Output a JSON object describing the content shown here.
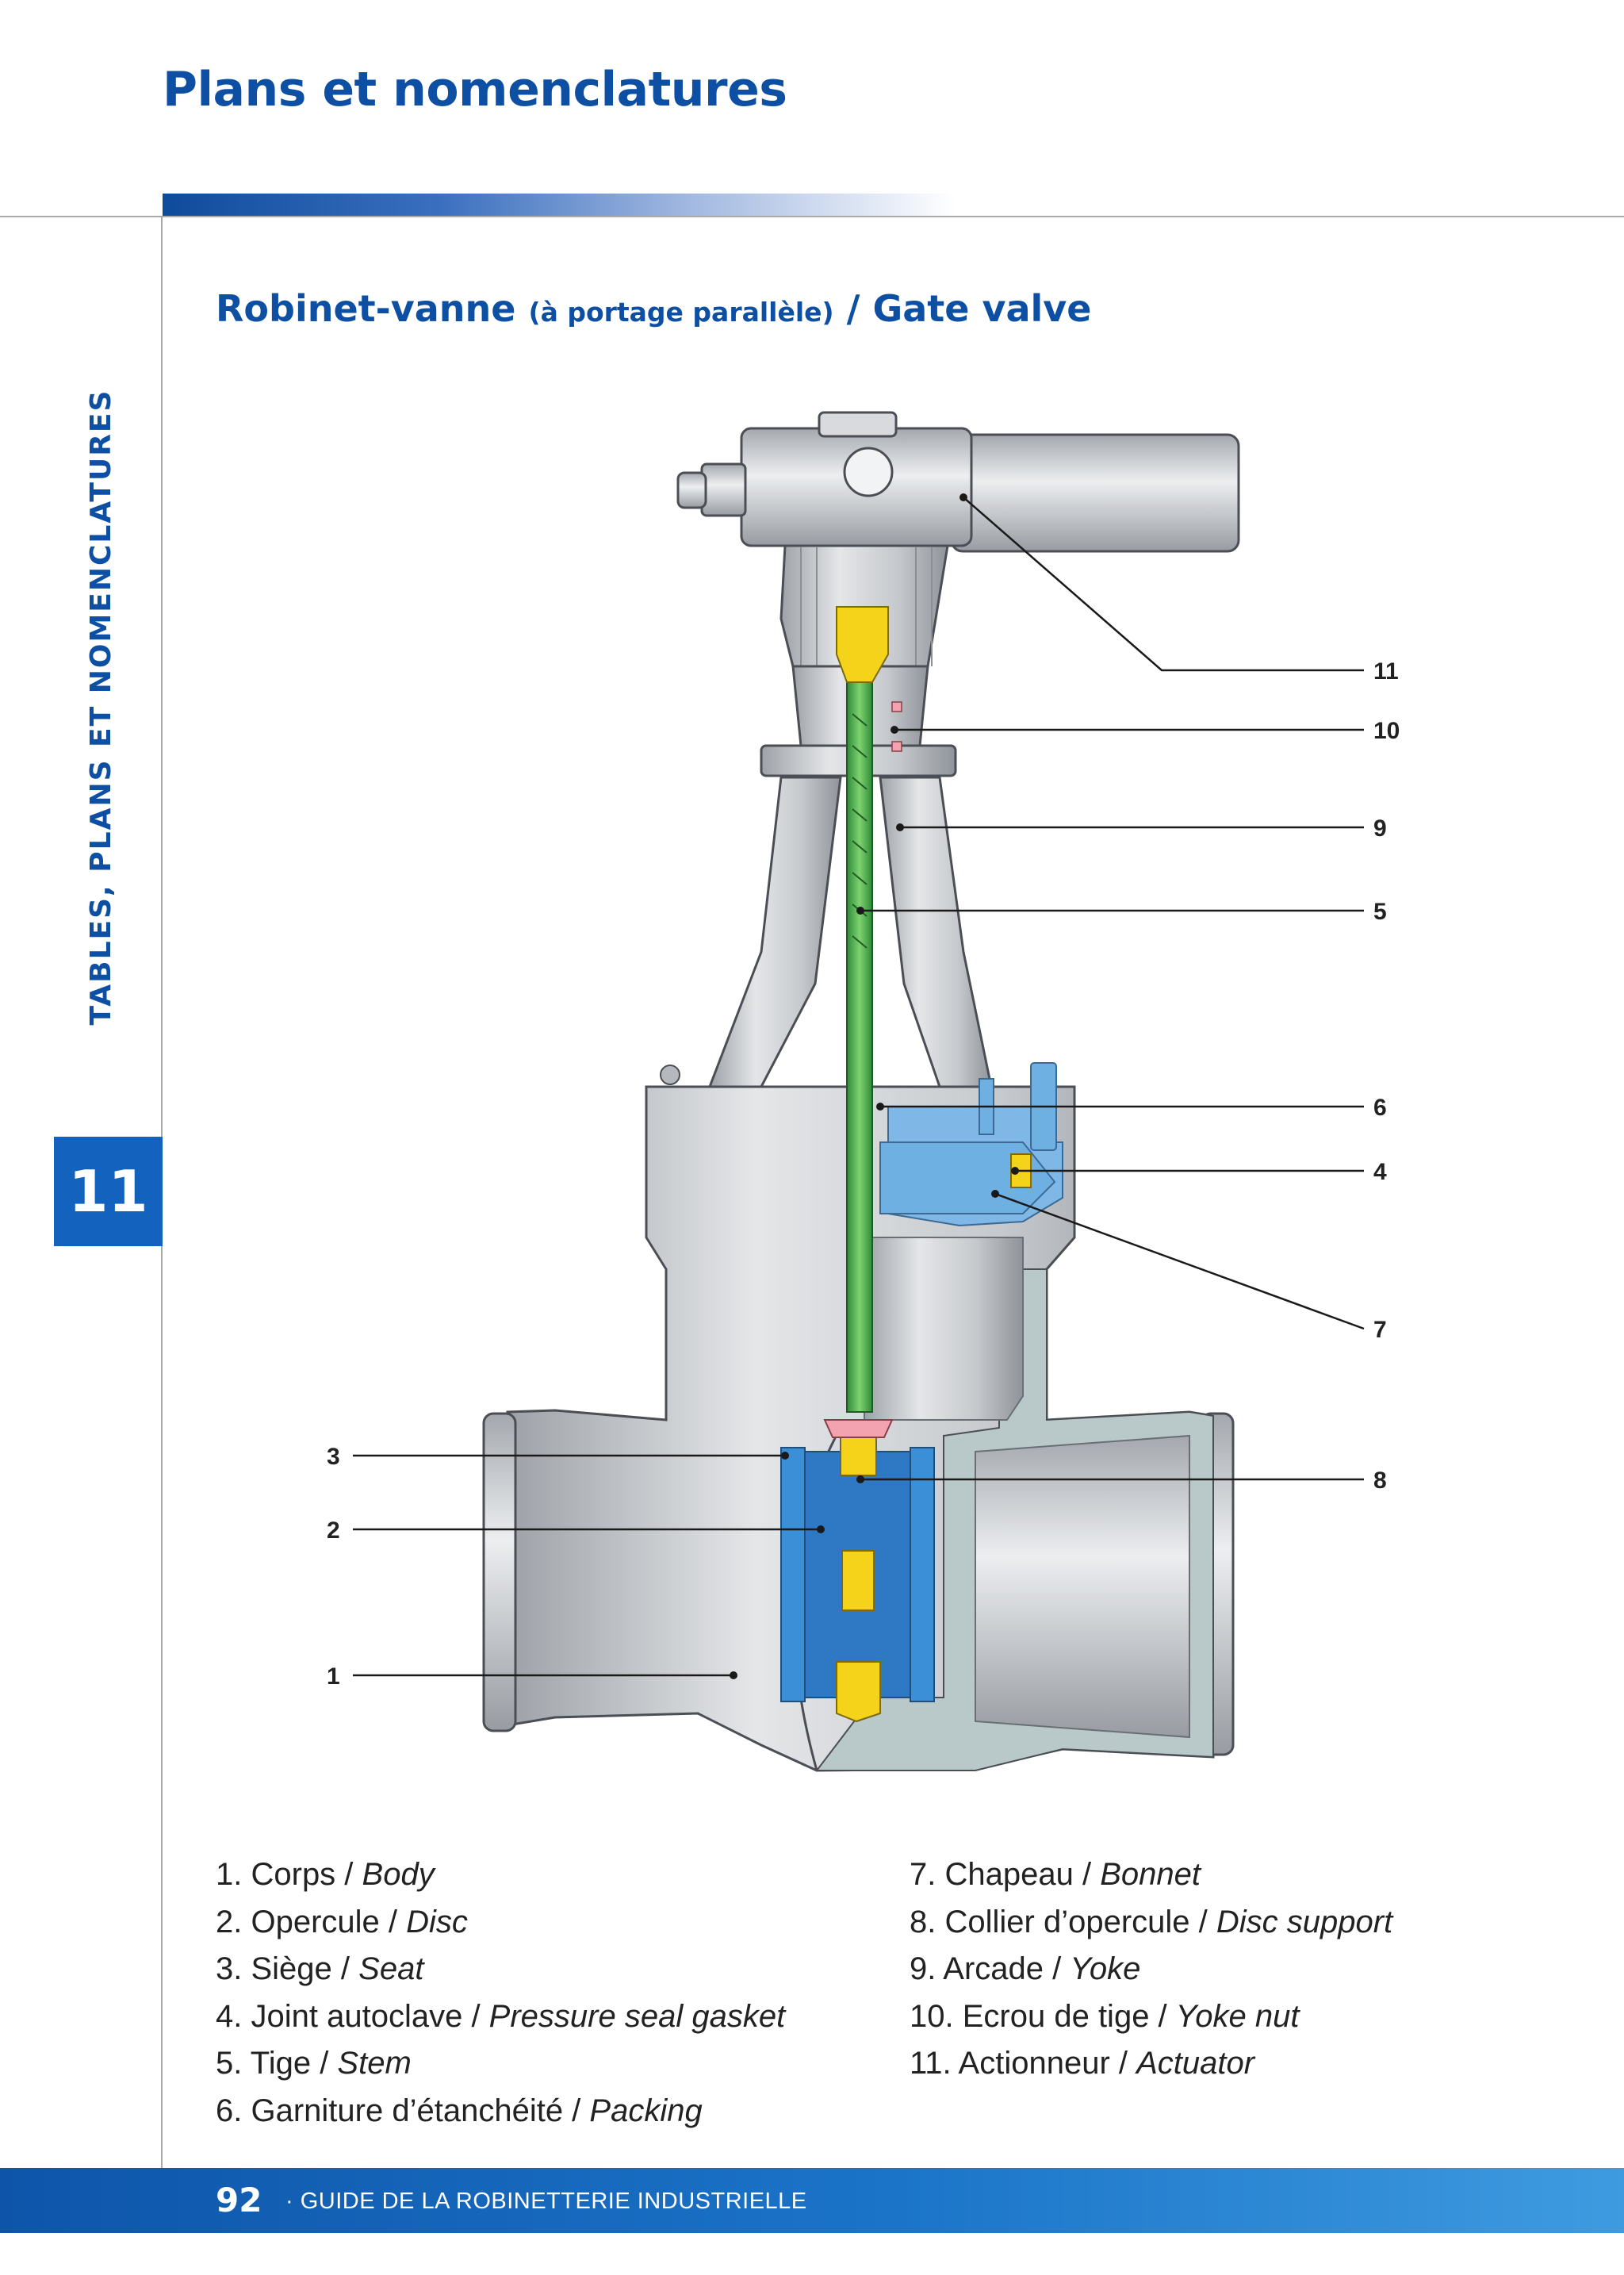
{
  "header": {
    "title": "Plans et nomenclatures"
  },
  "sidebar": {
    "label": "TABLES, PLANS ET NOMENCLATURES",
    "chapter": "11"
  },
  "section": {
    "title_main": "Robinet-vanne",
    "title_sub": "(à portage parallèle)",
    "title_sep": " / ",
    "title_en": "Gate valve"
  },
  "callouts": [
    "1",
    "2",
    "3",
    "4",
    "5",
    "6",
    "7",
    "8",
    "9",
    "10",
    "11"
  ],
  "legend": [
    {
      "num": "1.",
      "fr": "Corps",
      "en": "Body"
    },
    {
      "num": "2.",
      "fr": "Opercule",
      "en": "Disc"
    },
    {
      "num": "3.",
      "fr": "Siège",
      "en": "Seat"
    },
    {
      "num": "4.",
      "fr": "Joint autoclave",
      "en": "Pressure seal gasket"
    },
    {
      "num": "5.",
      "fr": "Tige",
      "en": "Stem"
    },
    {
      "num": "6.",
      "fr": "Garniture d’étanchéité",
      "en": "Packing"
    },
    {
      "num": "7.",
      "fr": "Chapeau",
      "en": "Bonnet"
    },
    {
      "num": "8.",
      "fr": "Collier d’opercule",
      "en": "Disc support"
    },
    {
      "num": "9.",
      "fr": "Arcade",
      "en": "Yoke"
    },
    {
      "num": "10.",
      "fr": "Ecrou de tige",
      "en": "Yoke nut"
    },
    {
      "num": "11.",
      "fr": "Actionneur",
      "en": "Actuator"
    }
  ],
  "footer": {
    "page": "92",
    "text": "GUIDE DE LA ROBINETTERIE INDUSTRIELLE"
  },
  "colors": {
    "brand_blue": "#0d4fa3",
    "stem_green": "#3fae49",
    "disc_blue": "#3b8fd6",
    "nut_yellow": "#f4d31a",
    "body_grey": "#c9ccd0"
  }
}
